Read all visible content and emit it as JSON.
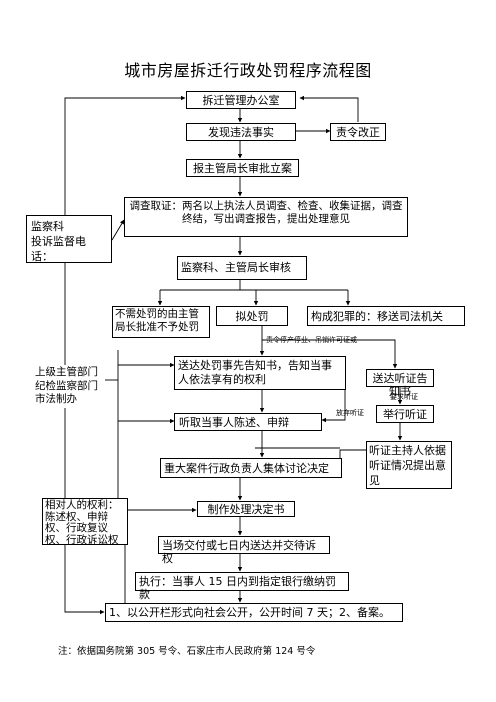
{
  "title": "城市房屋拆迁行政处罚程序流程图",
  "boxes": {
    "office": "拆迁管理办公室",
    "discover": "发现违法事实",
    "order_fix": "责令改正",
    "report": "报主管局长审批立案",
    "investigate": "调查取证：两名以上执法人员调查、检查、收集证据，调查终结，写出调查报告，提出处理意见",
    "supervision": "监察科\n投诉监督电话：",
    "review": "监察科、主管局长审核",
    "no_penalty": "不需处罚的由主管局长批准不予处罚",
    "propose": "拟处罚",
    "crime": "构成犯罪的：移送司法机关",
    "superior": "上级主管部门\n纪检监察部门\n市法制办",
    "notify_pre": "送达处罚事先告知书，告知当事人依法享有的权利",
    "notify_hearing": "送达听证告知书",
    "hold_hearing": "举行听证",
    "listen": "听取当事人陈述、申辩",
    "hearing_host": "听证主持人依据听证情况提出意见",
    "collective": "重大案件行政负责人集体讨论决定",
    "rights": "相对人的权利：陈述权、申辩权、行政复议权、行政诉讼权",
    "decision": "制作处理决定书",
    "deliver": "当场交付或七日内送达并交待诉权",
    "execute": "执行：当事人 15 日内到指定银行缴纳罚款",
    "publish": "1、以公开栏形式向社会公开，公开时间 7 天；2、备案。"
  },
  "labels": {
    "suspend": "责令停产停业、吊销许可证或",
    "request_hearing": "要求听证",
    "waive_hearing": "放弃听证"
  },
  "note": "注：依据国务院第 305 号令、石家庄市人民政府第 124 号令"
}
